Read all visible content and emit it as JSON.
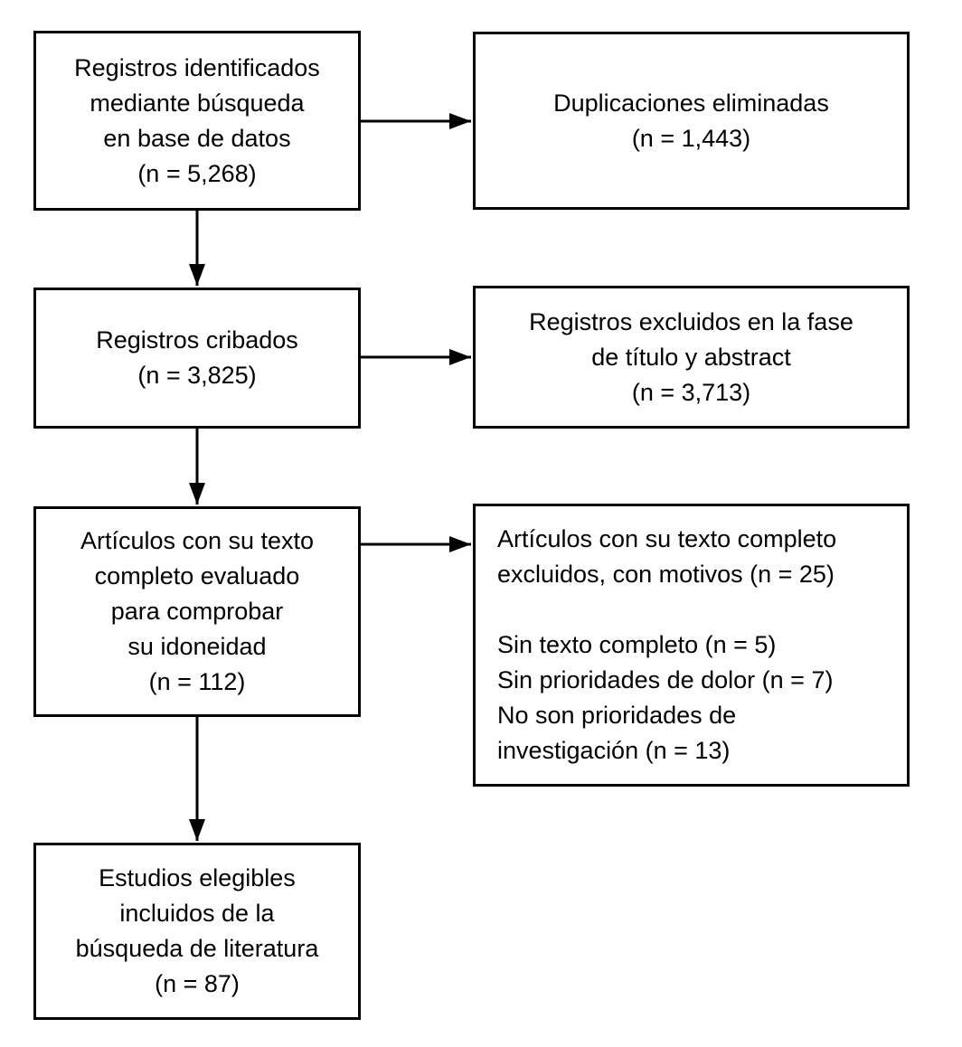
{
  "diagram": {
    "title": "PRISMA flow diagram (Spanish)",
    "colors": {
      "background": "#ffffff",
      "border": "#000000",
      "text": "#000000"
    },
    "boxes": {
      "identified": {
        "text": "Registros identificados\nmediante búsqueda\nen base de datos\n(n = 5,268)",
        "n": "5,268"
      },
      "duplicates": {
        "text": "Duplicaciones eliminadas\n(n = 1,443)",
        "n": "1,443"
      },
      "screened": {
        "text": "Registros cribados\n(n = 3,825)",
        "n": "3,825"
      },
      "excluded_title_abstract": {
        "text": "Registros excluidos en la fase\nde título y abstract\n(n = 3,713)",
        "n": "3,713"
      },
      "fulltext_assessed": {
        "text": "Artículos con su texto\ncompleto evaluado\npara comprobar\nsu idoneidad\n(n = 112)",
        "n": "112"
      },
      "fulltext_excluded": {
        "text": "Artículos con su texto completo\nexcluidos, con motivos (n = 25)\n\nSin texto completo (n = 5)\nSin prioridades de dolor (n = 7)\nNo son prioridades de\ninvestigación (n = 13)",
        "n": "25"
      },
      "included": {
        "text": "Estudios elegibles\nincluidos de la\nbúsqueda de literatura\n(n = 87)",
        "n": "87"
      }
    }
  }
}
